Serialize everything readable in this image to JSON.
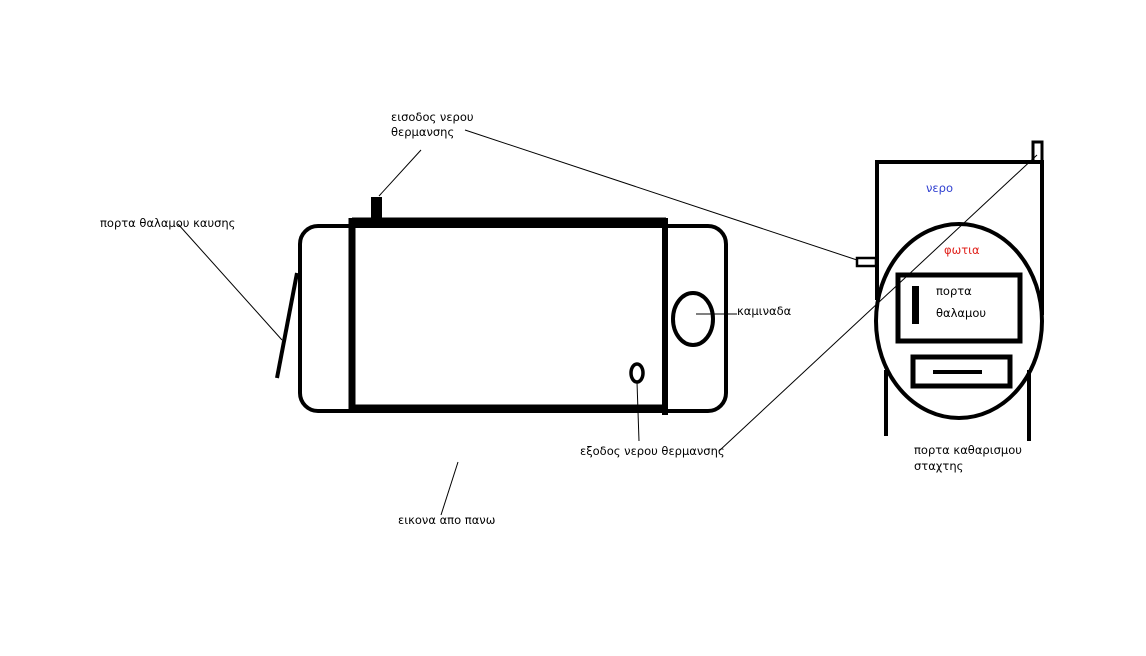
{
  "labels": {
    "inlet": [
      "εισοδος νερου",
      "θερμανσης"
    ],
    "combustion_door": "πορτα θαλαμου καυσης",
    "chimney": "καμιναδα",
    "outlet": "εξοδος νερου θερμανσης",
    "top_view": "εικονα απο πανω",
    "water": "νερο",
    "fire": "φωτια",
    "chamber_door": [
      "πορτα",
      "θαλαμου"
    ],
    "ash_door": [
      "πορτα καθαρισμου",
      "σταχτης"
    ]
  },
  "colors": {
    "line": "#000000",
    "water_text": "#2f3fd0",
    "fire_text": "#e0201a",
    "background": "#ffffff"
  }
}
